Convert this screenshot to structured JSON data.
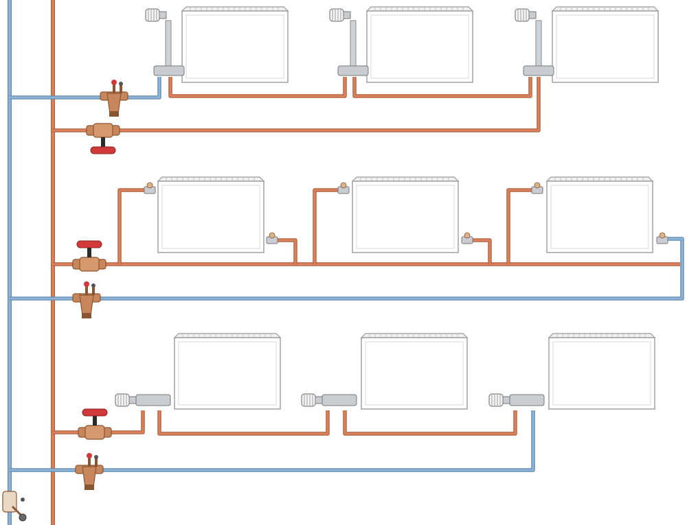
{
  "colors": {
    "supply_pipe": "#d9825e",
    "supply_pipe_edge": "#b5603f",
    "return_pipe": "#8fb4d6",
    "return_pipe_edge": "#5f8bb3",
    "radiator_fill": "#ffffff",
    "radiator_edge": "#9a9a9a",
    "valve_brass": "#c8875a",
    "valve_brass_dark": "#8a5533",
    "handle_red": "#d23a3a",
    "handle_dark": "#2b2b2b",
    "fitting_metal": "#c9ccd0"
  },
  "icons": {
    "radiator": "radiator-icon",
    "thermostatic_head": "thermostatic-head-icon",
    "ball_valve": "ball-valve-icon",
    "balancing_valve": "balancing-valve-icon",
    "drain_valve": "drain-valve-icon"
  },
  "floors": [
    {
      "connection": "bottom-twin-manifold",
      "radiators": 3
    },
    {
      "connection": "side-top-bottom",
      "radiators": 3
    },
    {
      "connection": "bottom-thermostatic-valve",
      "radiators": 3
    }
  ]
}
